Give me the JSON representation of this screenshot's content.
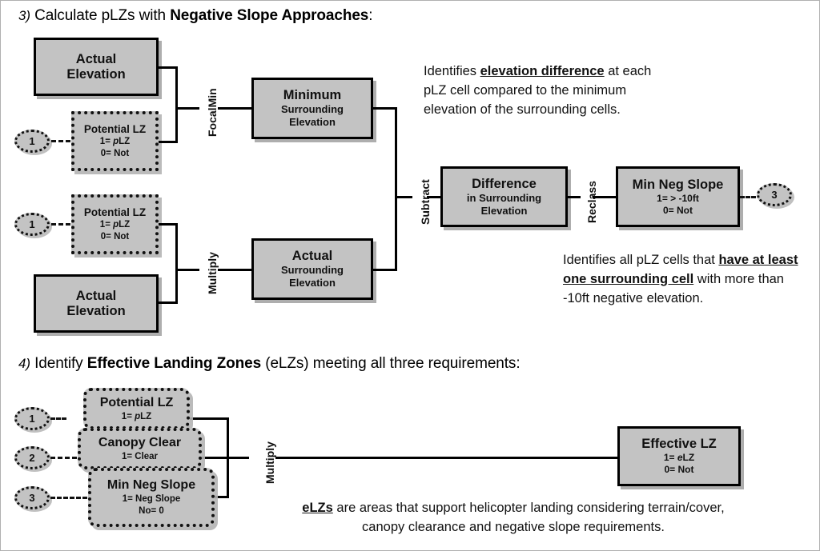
{
  "sections": {
    "step3": {
      "number": "3)",
      "text_before": " Calculate pLZs with ",
      "bold": "Negative Slope Approaches",
      "text_after": ":"
    },
    "step4": {
      "number": "4)",
      "text_before": " Identify ",
      "bold": "Effective Landing Zones",
      "text_after": " (eLZs) meeting all three requirements:"
    }
  },
  "step3_boxes": {
    "actual_elevation_top": {
      "line1": "Actual",
      "line2": "Elevation"
    },
    "actual_elevation_bottom": {
      "line1": "Actual",
      "line2": "Elevation"
    },
    "potential_lz_top": {
      "title": "Potential LZ",
      "v1_prefix": "1= ",
      "v1_italic": "p",
      "v1_suffix": "LZ",
      "v2": "0= Not"
    },
    "potential_lz_bottom": {
      "title": "Potential LZ",
      "v1_prefix": "1= ",
      "v1_italic": "p",
      "v1_suffix": "LZ",
      "v2": "0= Not"
    },
    "minimum_surrounding": {
      "line1": "Minimum",
      "line2": "Surrounding",
      "line3": "Elevation"
    },
    "actual_surrounding": {
      "line1": "Actual",
      "line2": "Surrounding",
      "line3": "Elevation"
    },
    "difference": {
      "line1": "Difference",
      "line2": "in Surrounding",
      "line3": "Elevation"
    },
    "min_neg_slope": {
      "title": "Min Neg Slope",
      "v1": "1= > -10ft",
      "v2": "0= Not"
    }
  },
  "step3_operators": {
    "focalmin": "FocalMin",
    "multiply": "Multiply",
    "subtract": "Subtract",
    "reclass": "Reclass"
  },
  "step3_markers": {
    "in_top": "1",
    "in_bottom": "1",
    "out_right": "3"
  },
  "step3_notes": {
    "note1": {
      "part1": "Identifies ",
      "underlined": "elevation difference",
      "part2": " at each pLZ cell compared to the minimum elevation of the surrounding cells."
    },
    "note2": {
      "part1": "Identifies all pLZ cells that ",
      "underlined": "have at least one surrounding cell",
      "part2": " with more than -10ft negative elevation."
    }
  },
  "step4_boxes": {
    "potential_lz": {
      "title": "Potential LZ",
      "v1_prefix": "1= ",
      "v1_italic": "p",
      "v1_suffix": "LZ"
    },
    "canopy_clear": {
      "title": "Canopy Clear",
      "v1": "1= Clear"
    },
    "min_neg_slope": {
      "title": "Min Neg Slope",
      "v1": "1= Neg Slope",
      "v2": "No= 0"
    },
    "effective_lz": {
      "title": "Effective LZ",
      "v1_prefix": "1= ",
      "v1_italic": "e",
      "v1_suffix": "LZ",
      "v2": "0= Not"
    }
  },
  "step4_operators": {
    "multiply": "Multiply"
  },
  "step4_markers": {
    "in1": "1",
    "in2": "2",
    "in3": "3"
  },
  "step4_note": {
    "underlined": "eLZs",
    "line1_rest": " are areas that support helicopter landing considering terrain/cover,",
    "line2": "canopy clearance and negative slope requirements."
  },
  "colors": {
    "box_fill": "#c3c3c3",
    "box_border": "#000000",
    "shadow": "#aaaaaa",
    "text": "#111111",
    "page_background": "#ffffff"
  }
}
